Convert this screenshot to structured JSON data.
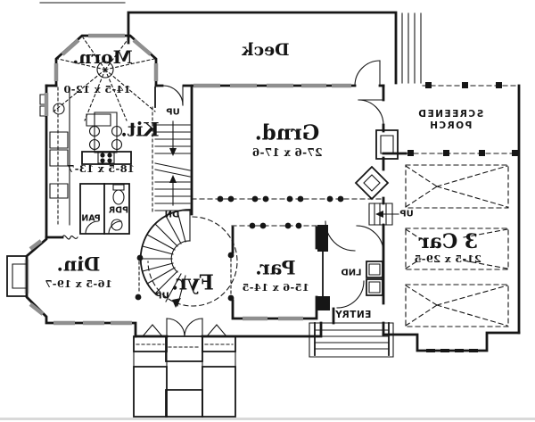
{
  "colors": {
    "ink": "#161616",
    "window_gray": "#8f8f8f",
    "background": "#ffffff"
  },
  "rooms": {
    "deck": {
      "label": "Deck"
    },
    "morning": {
      "label": "Morn.",
      "dims": "14-5 x 12-0"
    },
    "kitchen": {
      "label": "Kit.",
      "dims": "18-5 x 13-7"
    },
    "grand": {
      "label": "Grnd.",
      "dims": "27-6 x 17-6"
    },
    "screened_porch": {
      "line1": "SCREENED",
      "line2": "PORCH"
    },
    "garage": {
      "label": "3 Car",
      "dims": "21-5 x 29-5"
    },
    "dining": {
      "label": "Din.",
      "dims": "16-5 x 19-7"
    },
    "foyer": {
      "label": "Fyr."
    },
    "parlor": {
      "label": "Par.",
      "dims": "15-6 x 14-5"
    },
    "laundry": {
      "label": "LND"
    },
    "entry": {
      "label": "ENTRY"
    },
    "powder": {
      "label": "PDR"
    },
    "pantry": {
      "label": "PAN"
    }
  },
  "stairs": {
    "main_up": "UP",
    "main_dn": "DN",
    "foyer_up": "UP",
    "garage_up": "UP"
  }
}
